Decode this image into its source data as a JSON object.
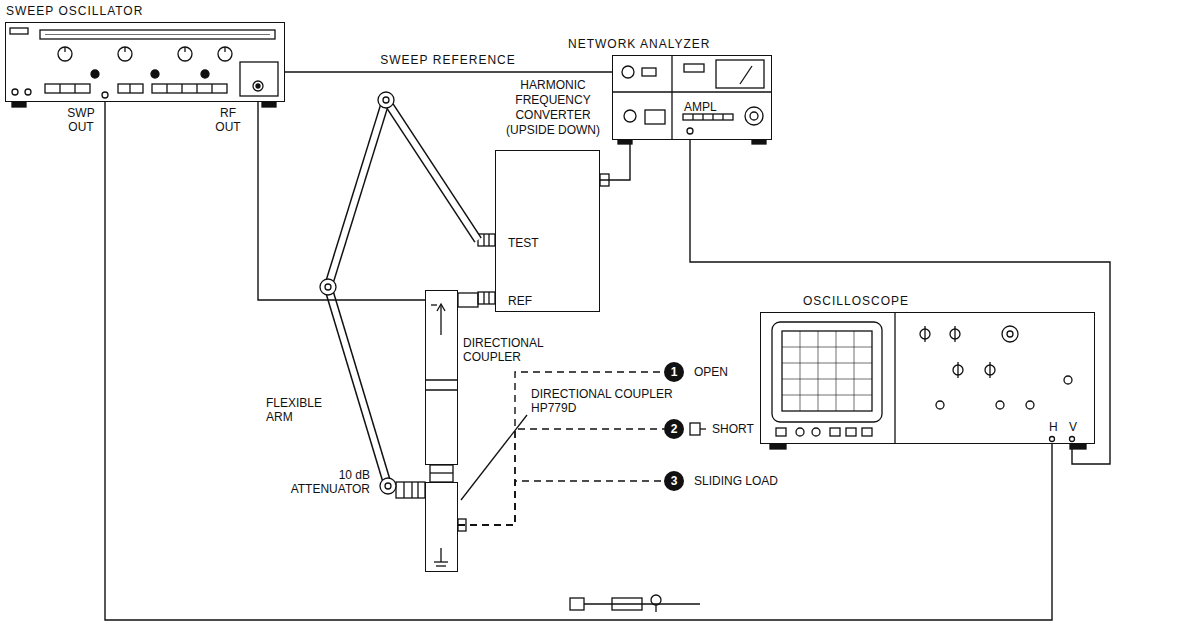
{
  "diagram": {
    "nodes": [
      {
        "text": [
          "SWEEP OSCILLATOR"
        ]
      },
      {
        "text": [
          "NETWORK ANALYZER",
          "AMPL"
        ]
      },
      {
        "text": [
          "HARMONIC FREQUENCY CONVERTER (UPSIDE DOWN)",
          "TEST",
          "REF"
        ]
      },
      {
        "text": [
          "DIRECTIONAL COUPLER"
        ]
      },
      {
        "text": [
          "DIRECTIONAL COUPLER HP779D"
        ]
      },
      {
        "text": [
          "OSCILLOSCOPE",
          "H",
          "V"
        ]
      },
      {
        "text": [
          "1"
        ]
      },
      {
        "text": [
          "2"
        ]
      },
      {
        "text": [
          "3"
        ]
      }
    ],
    "edges": [
      {
        "from": 0,
        "to": 1,
        "arrow": "none",
        "label": "SWEEP REFERENCE"
      },
      {
        "from": 0,
        "to": 3,
        "arrow": "none"
      },
      {
        "from": 2,
        "to": 1,
        "arrow": "none"
      },
      {
        "from": 1,
        "to": 5,
        "arrow": "none"
      },
      {
        "from": 0,
        "to": 5,
        "arrow": "none"
      },
      {
        "from": 4,
        "to": 6,
        "arrow": "none"
      },
      {
        "from": 4,
        "to": 7,
        "arrow": "none"
      },
      {
        "from": 4,
        "to": 8,
        "arrow": "none"
      }
    ],
    "labels": [
      "SWP OUT",
      "RF OUT",
      "FLEXIBLE ARM",
      "10 dB ATTENUATOR",
      "OPEN",
      "SHORT",
      "SLIDING LOAD"
    ]
  }
}
